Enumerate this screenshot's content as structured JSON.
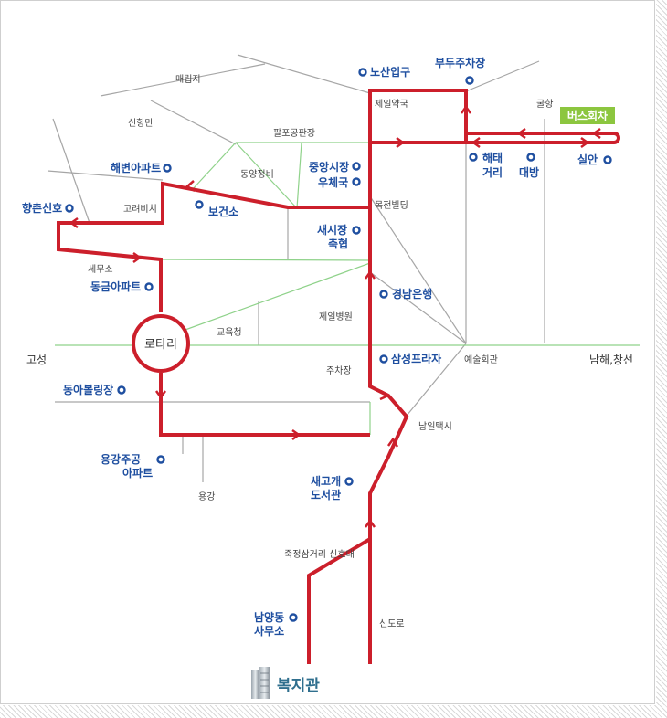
{
  "colors": {
    "route": "#cc1f2b",
    "stop": "#1f4fa0",
    "green_road": "#8fd28a",
    "road": "#a6a6a6",
    "badge": "#8cc63f"
  },
  "badge": {
    "label": "버스회차"
  },
  "welfare": {
    "label": "복지관",
    "icon": "building-icon"
  },
  "rotary": {
    "label": "로타리"
  },
  "stops": [
    {
      "id": "nosan",
      "lines": [
        "노산입구"
      ]
    },
    {
      "id": "budu",
      "lines": [
        "부두주차장"
      ]
    },
    {
      "id": "haebyeon",
      "lines": [
        "해변아파트"
      ]
    },
    {
      "id": "jungang",
      "lines": [
        "중앙시장"
      ]
    },
    {
      "id": "post",
      "lines": [
        "우체국"
      ]
    },
    {
      "id": "haetae",
      "lines": [
        "해태",
        "거리"
      ]
    },
    {
      "id": "daebang",
      "lines": [
        "대방"
      ]
    },
    {
      "id": "sinan",
      "lines": [
        "실안"
      ]
    },
    {
      "id": "hyangchon",
      "lines": [
        "향촌신호"
      ]
    },
    {
      "id": "health",
      "lines": [
        "보건소"
      ]
    },
    {
      "id": "market",
      "lines": [
        "새시장",
        "축협"
      ]
    },
    {
      "id": "donggeum",
      "lines": [
        "동금아파트"
      ]
    },
    {
      "id": "gyeongnam",
      "lines": [
        "경남은행"
      ]
    },
    {
      "id": "samsung",
      "lines": [
        "삼성프라자"
      ]
    },
    {
      "id": "bowling",
      "lines": [
        "동아볼링장"
      ]
    },
    {
      "id": "yonggang",
      "lines": [
        "용강주공",
        "아파트"
      ]
    },
    {
      "id": "library",
      "lines": [
        "새고개",
        "도서관"
      ]
    },
    {
      "id": "namyang",
      "lines": [
        "남양동",
        "사무소"
      ]
    }
  ],
  "places": [
    {
      "id": "maeripji",
      "text": "매립지"
    },
    {
      "id": "sinhangman",
      "text": "신항만"
    },
    {
      "id": "jeil",
      "text": "제일약국"
    },
    {
      "id": "gulhang",
      "text": "굴항"
    },
    {
      "id": "palpo",
      "text": "팔포공판장"
    },
    {
      "id": "dongyang",
      "text": "동양정비"
    },
    {
      "id": "goryeo",
      "text": "고려비치"
    },
    {
      "id": "mokjeon",
      "text": "목전빌딩"
    },
    {
      "id": "semuso",
      "text": "세무소"
    },
    {
      "id": "jeilhosp",
      "text": "제일병원"
    },
    {
      "id": "gyoyuk",
      "text": "교육청"
    },
    {
      "id": "parking",
      "text": "주차장"
    },
    {
      "id": "art",
      "text": "예술회관"
    },
    {
      "id": "namil",
      "text": "남일택시"
    },
    {
      "id": "yonggangp",
      "text": "용강"
    },
    {
      "id": "jukjeong",
      "text": "죽정삼거리 신호대"
    },
    {
      "id": "sindoro",
      "text": "신도로"
    }
  ],
  "edges": [
    {
      "id": "goseong",
      "text": "고성"
    },
    {
      "id": "namhae",
      "text": "남해,창선"
    }
  ]
}
